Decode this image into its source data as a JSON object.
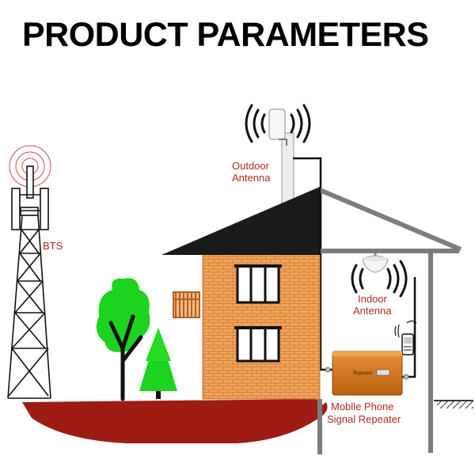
{
  "title": "PRODUCT PARAMETERS",
  "labels": {
    "bts": "BTS",
    "outdoor_line1": "Outdoor",
    "outdoor_line2": "Antenna",
    "indoor_line1": "Indoor",
    "indoor_line2": "Antenna",
    "repeater_line1": "Moblle Phone",
    "repeater_line2": "Signal Repeater",
    "repeater_device_text": "Repeater"
  },
  "colors": {
    "label_text": "#b02a1e",
    "ground": "#9e1c14",
    "roof": "#1a1a1a",
    "brick": "#f2a35c",
    "tree": "#1ed31e",
    "repeater_body": "#d4781a",
    "cable": "#000000"
  },
  "icons": [
    "tower-icon",
    "signal-waves-icon",
    "outdoor-antenna-icon",
    "indoor-antenna-icon",
    "mobile-phone-icon",
    "repeater-device-icon",
    "tree-icon"
  ]
}
